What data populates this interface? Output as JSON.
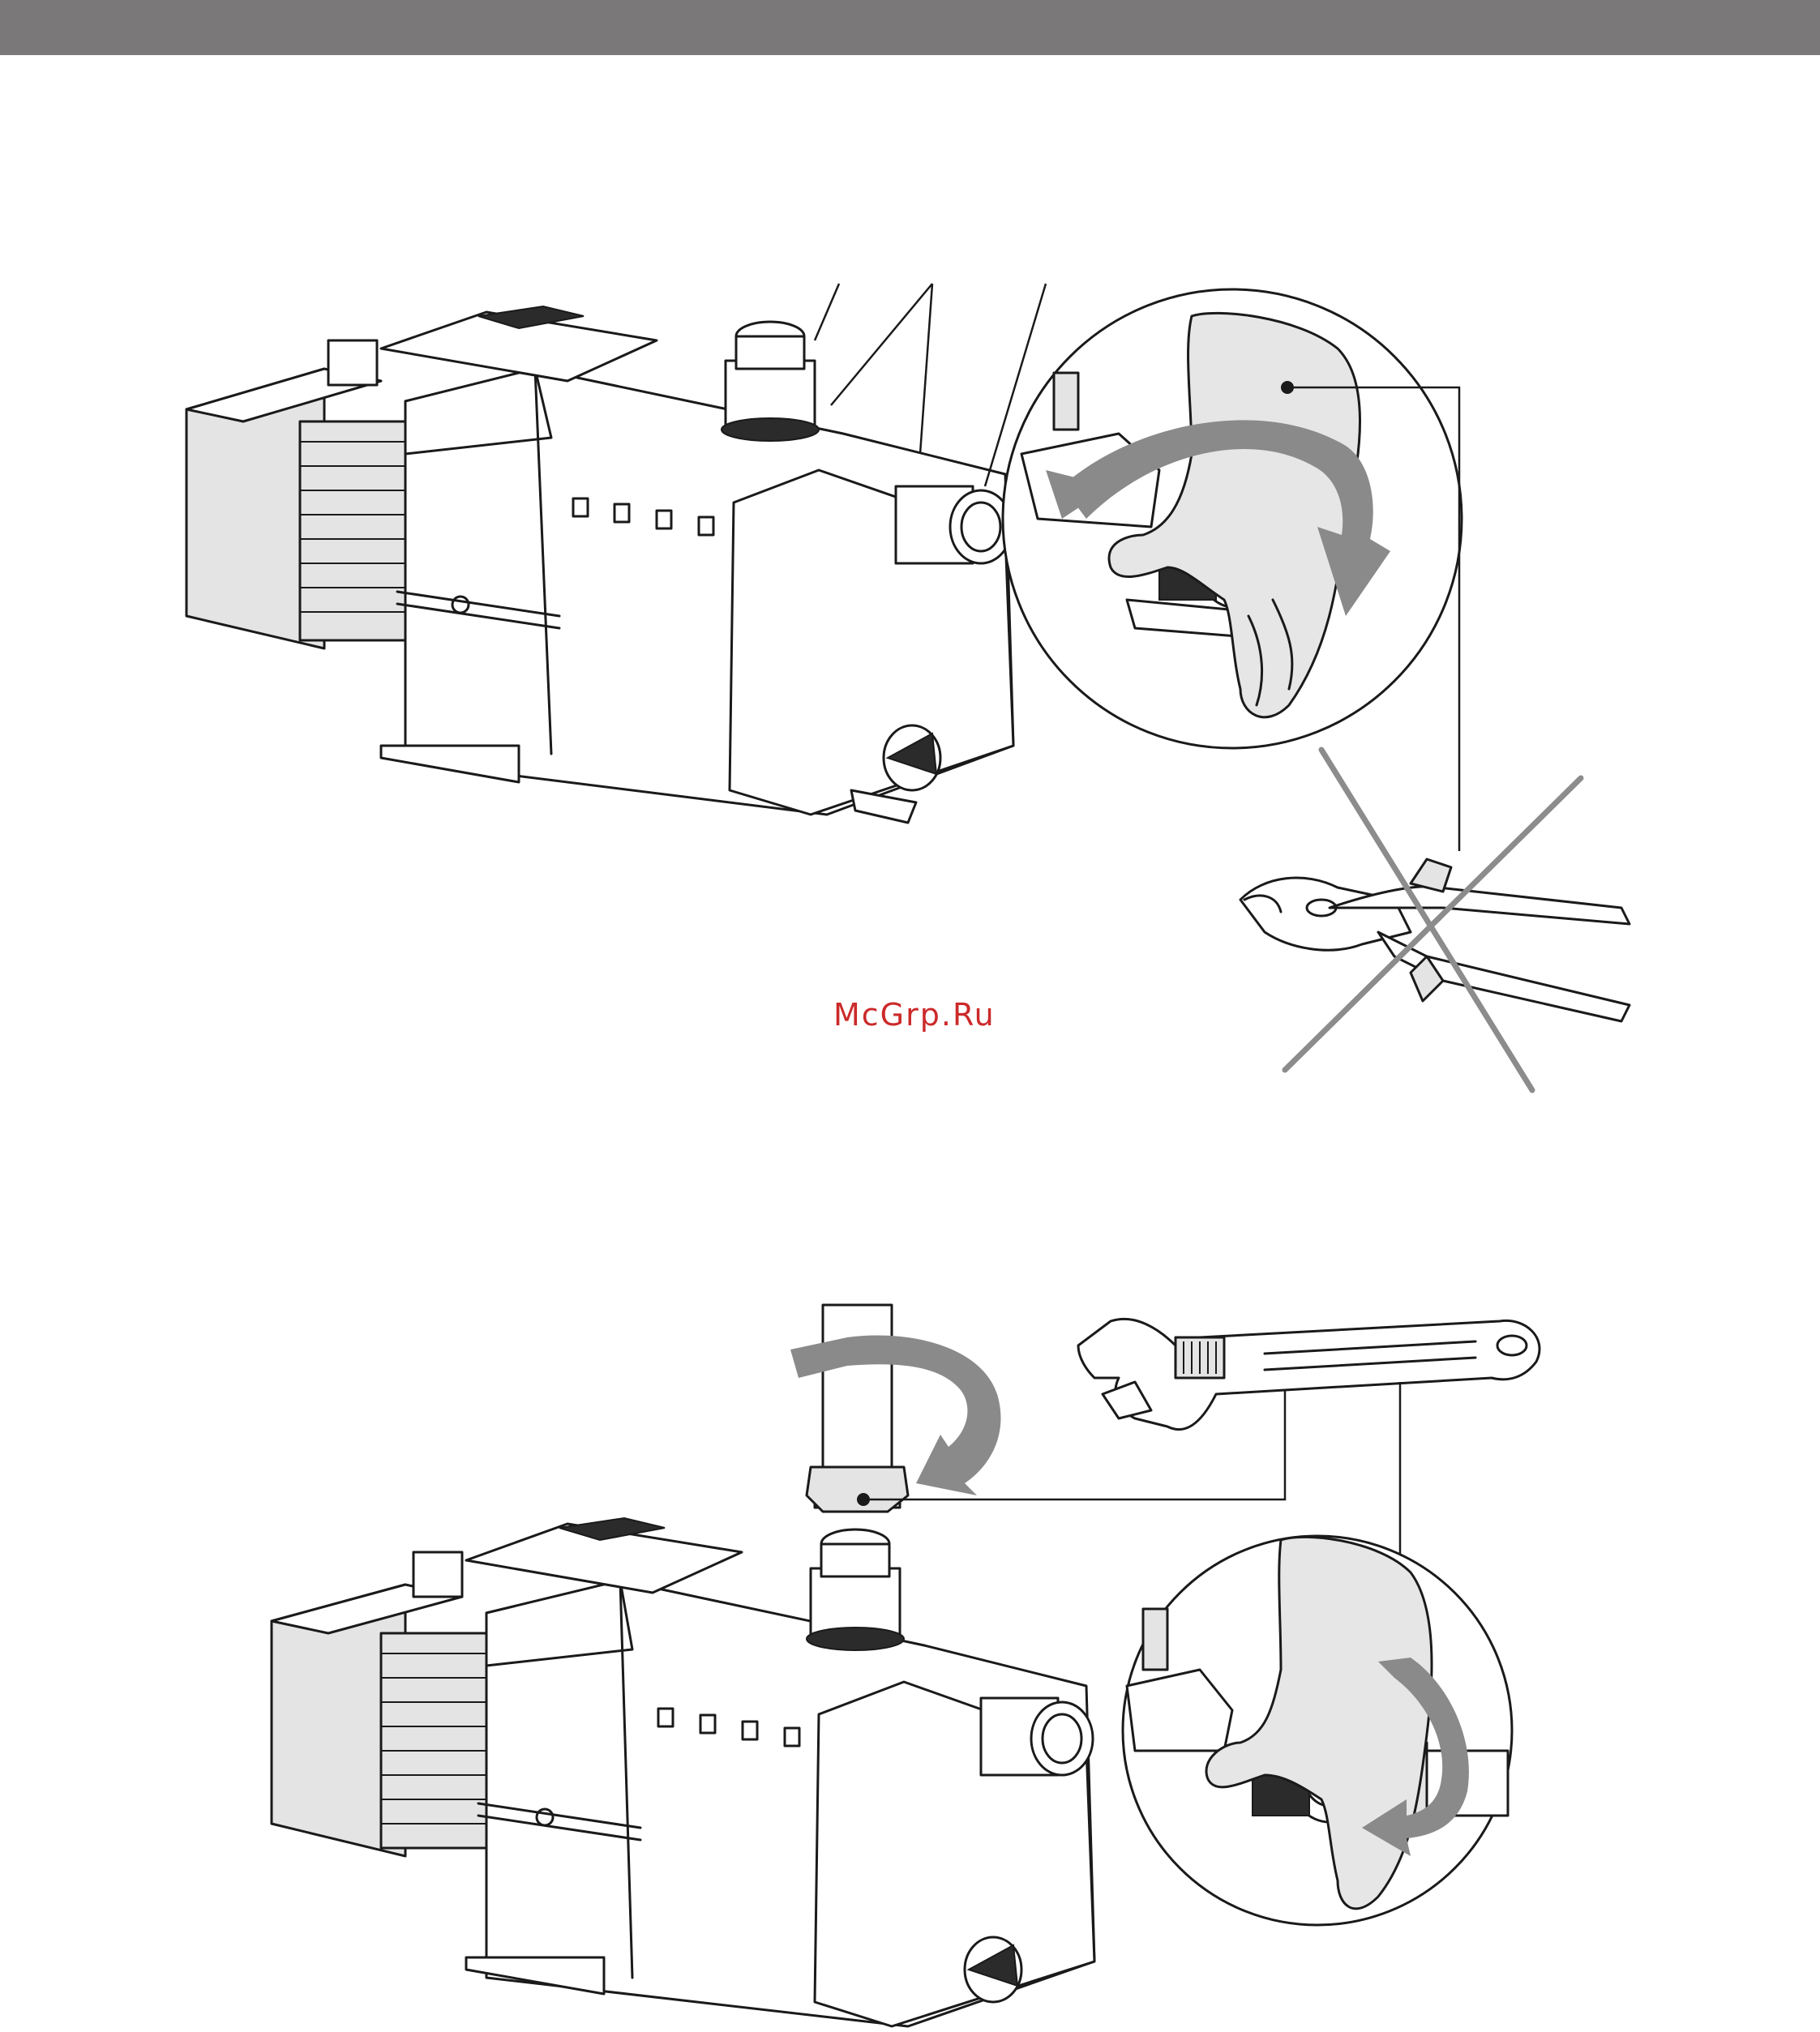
{
  "header": {
    "bar_color": "#7a7878"
  },
  "watermark": {
    "text": "McGrp.Ru",
    "color": "#cc2a2a"
  },
  "figure_top": {
    "subject": "pump-hand-tightening-connection",
    "prohibited_tool_icon": "pliers-icon"
  },
  "figure_bottom": {
    "subject": "pump-pipe-connection-with-wrench",
    "tool_icon": "adjustable-wrench-icon"
  }
}
